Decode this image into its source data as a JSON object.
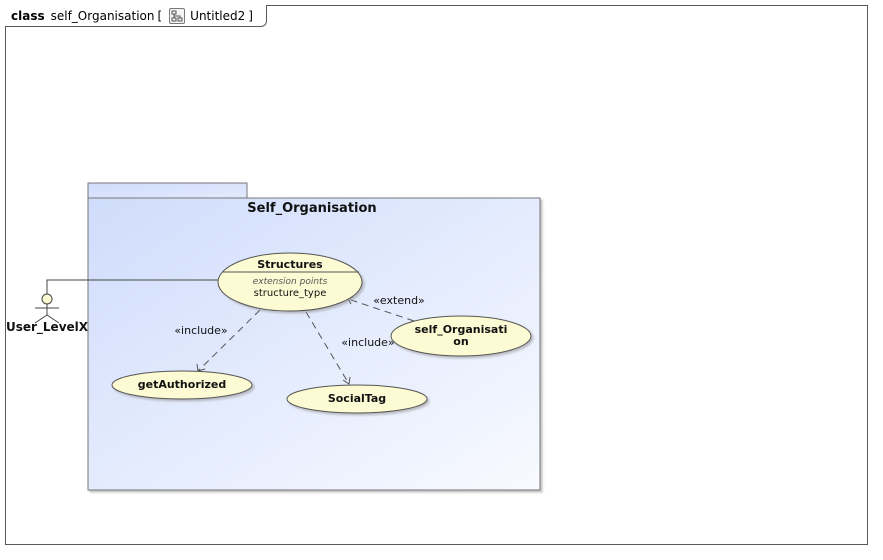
{
  "frame": {
    "keyword": "class",
    "name": "self_Organisation",
    "open_bracket": "[",
    "diagram_name": "Untitled2",
    "close_bracket": "]",
    "diagram_icon": "diagram-icon"
  },
  "package": {
    "name": "Self_Organisation"
  },
  "actor": {
    "name": "User_LevelX",
    "icon": "stick-figure-icon"
  },
  "use_cases": {
    "structures": {
      "name": "Structures",
      "extension_points_label": "extension points",
      "extension_point": "structure_type"
    },
    "get_authorized": {
      "name": "getAuthorized"
    },
    "social_tag": {
      "name": "SocialTag"
    },
    "self_organisation": {
      "line1": "self_Organisati",
      "line2": "on"
    }
  },
  "relations": {
    "include_get_authorized": "«include»",
    "include_social_tag": "«include»",
    "extend_structures": "«extend»"
  },
  "colors": {
    "use_case_fill": "#fdfbd3",
    "package_fill_start": "#cfdcfb",
    "package_fill_end": "#f7f9ff",
    "stroke": "#555555"
  }
}
